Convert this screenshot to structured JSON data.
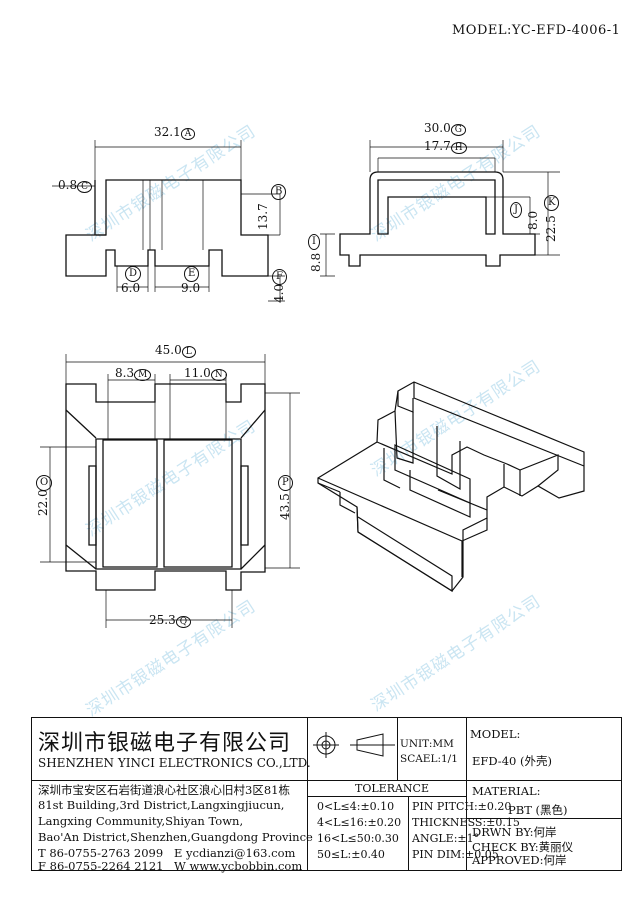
{
  "model_top": "MODEL:YC-EFD-4006-1",
  "watermark": "深圳市银磁电子有限公司",
  "dimensions": {
    "A": {
      "value": "32.1",
      "letter": "A"
    },
    "B": {
      "value": "13.7",
      "letter": "B"
    },
    "C": {
      "value": "0.8",
      "letter": "C"
    },
    "D": {
      "value": "6.0",
      "letter": "D"
    },
    "E": {
      "value": "9.0",
      "letter": "E"
    },
    "F": {
      "value": "4.0",
      "letter": "F"
    },
    "G": {
      "value": "30.0",
      "letter": "G"
    },
    "H": {
      "value": "17.7",
      "letter": "H"
    },
    "I": {
      "value": "8.8",
      "letter": "I"
    },
    "J": {
      "value": "8.0",
      "letter": "J"
    },
    "K": {
      "value": "22.5",
      "letter": "K"
    },
    "L": {
      "value": "45.0",
      "letter": "L"
    },
    "M": {
      "value": "8.3",
      "letter": "M"
    },
    "N": {
      "value": "11.0",
      "letter": "N"
    },
    "O": {
      "value": "22.0",
      "letter": "O"
    },
    "P": {
      "value": "43.5",
      "letter": "P"
    },
    "Q": {
      "value": "25.3",
      "letter": "Q"
    }
  },
  "title_block": {
    "company_cn": "深圳市银磁电子有限公司",
    "company_en": "SHENZHEN YINCI ELECTRONICS CO.,LTD.",
    "address_cn": "深圳市宝安区石岩街道浪心社区浪心旧村3区81栋",
    "address_en_1": "81st Building,3rd District,Langxingjiucun,",
    "address_en_2": "Langxing Community,Shiyan Town,",
    "address_en_3": "Bao'An District,Shenzhen,Guangdong Province",
    "tel": "T 86-0755-2763 2099",
    "email": "E ycdianzi@163.com",
    "fax": "F 86-0755-2264 2121",
    "web": "W www.ycbobbin.com",
    "unit": "UNIT:MM",
    "scale": "SCAEL:1/1",
    "model_label": "MODEL:",
    "model_value": "EFD-40 (外壳)",
    "tolerance_label": "TOLERANCE",
    "tol_1": "0<L≤4:±0.10",
    "tol_2": "4<L≤16:±0.20",
    "tol_3": "16<L≤50:0.30",
    "tol_4": "50≤L:±0.40",
    "pin_pitch": "PIN PITCH:±0.20",
    "thickness": "THICKNESS:±0.15",
    "angle": "ANGLE:±1°",
    "pin_dim": "PIN DIM:±0.05",
    "material_label": "MATERIAL:",
    "material_value": "PBT (黑色)",
    "drwn_by": "DRWN BY:何岸",
    "check_by": "CHECK BY:黄丽仪",
    "approved": "APPROVED:何岸"
  }
}
